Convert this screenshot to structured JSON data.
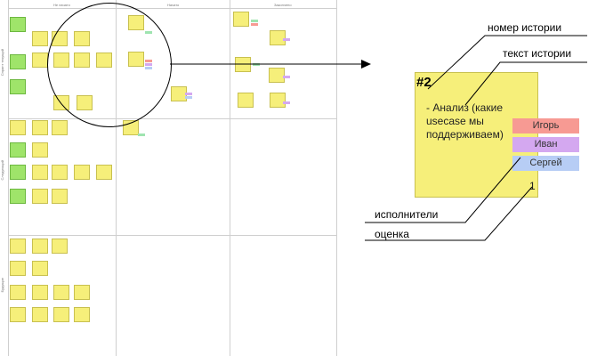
{
  "board": {
    "columns": [
      "Не начато",
      "Начато",
      "Закончено"
    ],
    "rows": [
      "Спринт текущий",
      "Следующий",
      "Будущие"
    ]
  },
  "detail": {
    "story_number": "#2",
    "story_text": "- Анализ (какие usecase мы поддерживаем)",
    "assignees": [
      {
        "name": "Игорь",
        "color": "#f79a93"
      },
      {
        "name": "Иван",
        "color": "#d4a8f0"
      },
      {
        "name": "Сергей",
        "color": "#b7cdf5"
      }
    ],
    "estimate": "1",
    "card_color": "#f6ef7a"
  },
  "annotations": {
    "story_number": "номер истории",
    "story_text": "текст истории",
    "assignees": "исполнители",
    "estimate": "оценка"
  }
}
